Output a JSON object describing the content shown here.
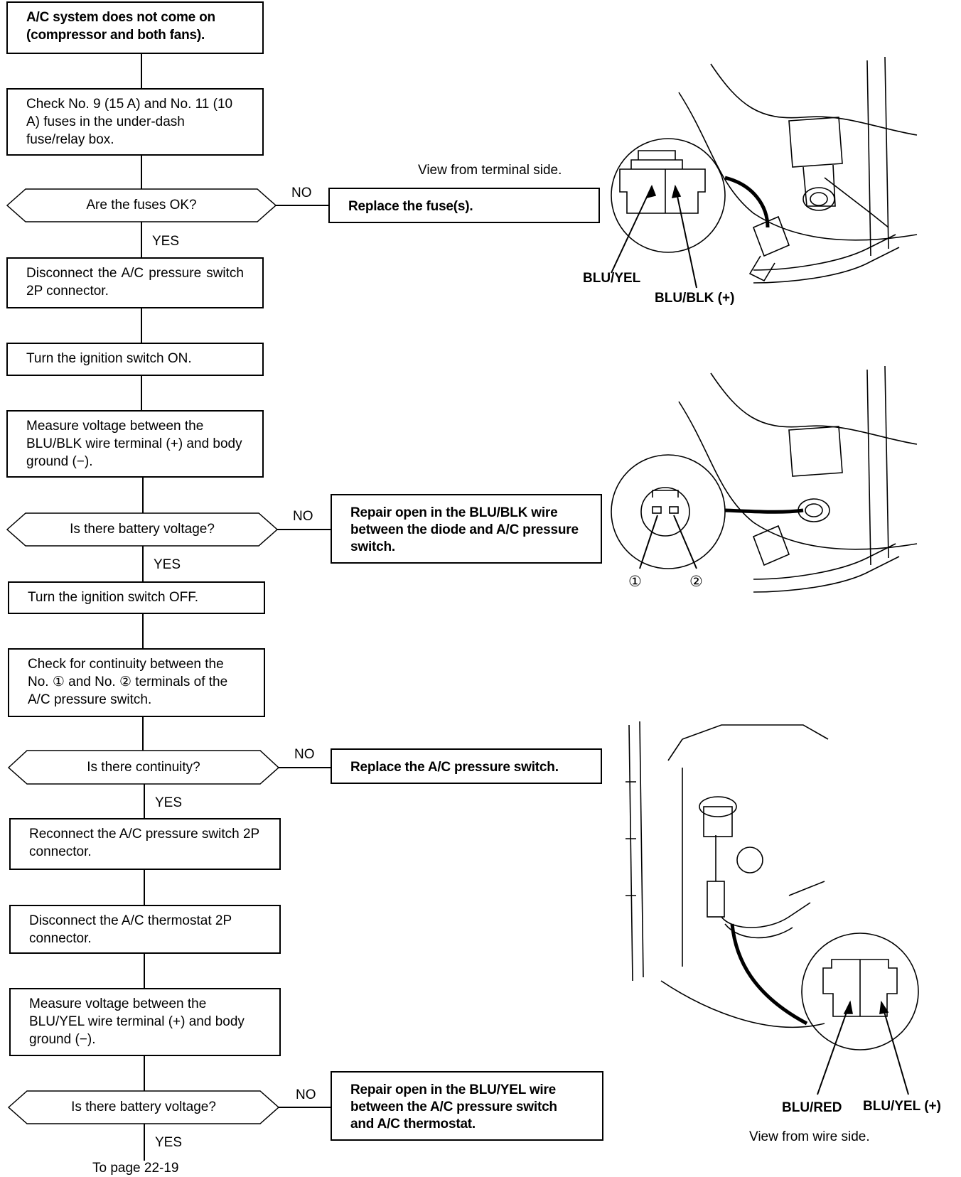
{
  "flowchart": {
    "steps": [
      "A/C system does not come on (compressor and both fans).",
      "Check No. 9 (15 A) and No. 11 (10 A) fuses in the under-dash fuse/relay box.",
      "Disconnect the A/C pressure switch 2P connector.",
      "Turn the ignition switch ON.",
      "Measure voltage between the BLU/BLK wire terminal (+) and body ground (−).",
      "Turn the ignition switch OFF.",
      "Check for continuity between the No. ① and No. ② terminals of the A/C pressure switch.",
      "Reconnect the A/C pressure switch 2P connector.",
      "Disconnect the A/C thermostat 2P connector.",
      "Measure voltage between the BLU/YEL wire terminal (+) and body ground (−)."
    ],
    "decisions": [
      "Are the fuses OK?",
      "Is there battery voltage?",
      "Is there continuity?",
      "Is there battery voltage?"
    ],
    "actions": [
      "Replace the fuse(s).",
      "Repair open in the BLU/BLK wire between the diode and A/C pressure switch.",
      "Replace the A/C pressure switch.",
      "Repair open in the BLU/YEL wire between the A/C pressure switch and A/C thermostat."
    ],
    "yes_label": "YES",
    "no_label": "NO",
    "footer": "To page 22-19"
  },
  "illustrations": {
    "top": {
      "caption": "View from terminal side.",
      "wire_left": "BLU/YEL",
      "wire_right": "BLU/BLK (+)"
    },
    "middle": {
      "terminal_1": "①",
      "terminal_2": "②"
    },
    "bottom": {
      "caption": "View from wire side.",
      "wire_left": "BLU/RED",
      "wire_right": "BLU/YEL (+)"
    }
  }
}
